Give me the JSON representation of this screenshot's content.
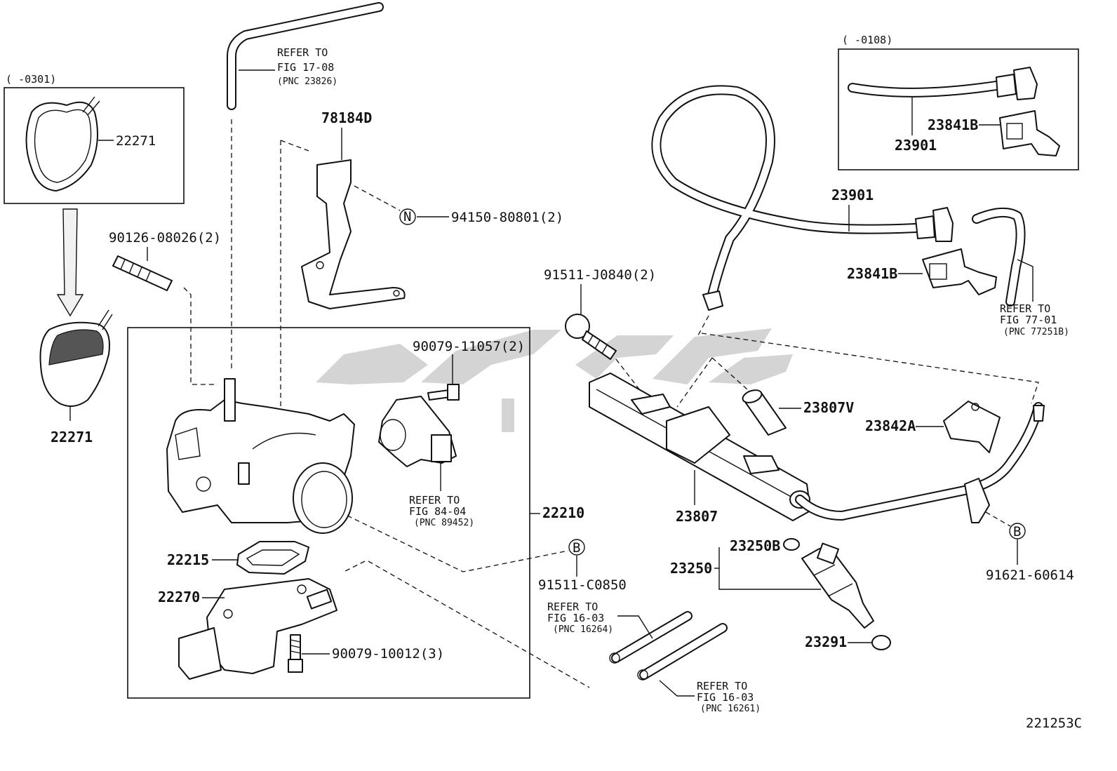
{
  "diagram_id": "221253C",
  "callouts": {
    "c22271_top": "22271",
    "c22271_bot": "22271",
    "c90126": "90126-08026(2)",
    "c78184D": "78184D",
    "c94150": "94150-80801(2)",
    "c90079_11057": "90079-11057(2)",
    "c22210": "22210",
    "c22215": "22215",
    "c22270": "22270",
    "c90079_10012": "90079-10012(3)",
    "c91511_c0850": "91511-C0850",
    "c91511_j0840": "91511-J0840(2)",
    "c23807": "23807",
    "c23807v": "23807V",
    "c23842a": "23842A",
    "c23901_main": "23901",
    "c23841b_main": "23841B",
    "c23901_inset": "23901",
    "c23841b_inset": "23841B",
    "c23250": "23250",
    "c23250b": "23250B",
    "c23291": "23291",
    "c91621": "91621-60614"
  },
  "date_ranges": {
    "inset_left": "(      -0301)",
    "inset_right": "(      -0108)"
  },
  "markers": {
    "n": "N",
    "b1": "B",
    "b2": "B"
  },
  "refs": {
    "r23826": {
      "line1": "REFER TO",
      "line2": "FIG 17-08",
      "line3": "(PNC 23826)"
    },
    "r89452": {
      "line1": "REFER TO",
      "line2": "FIG 84-04",
      "line3": "(PNC 89452)"
    },
    "r77251": {
      "line1": "REFER TO",
      "line2": "FIG 77-01",
      "line3": "(PNC 77251B)"
    },
    "r16264": {
      "line1": "REFER TO",
      "line2": "FIG 16-03",
      "line3": "(PNC 16264)"
    },
    "r16261": {
      "line1": "REFER TO",
      "line2": "FIG 16-03",
      "line3": "(PNC 16261)"
    }
  }
}
